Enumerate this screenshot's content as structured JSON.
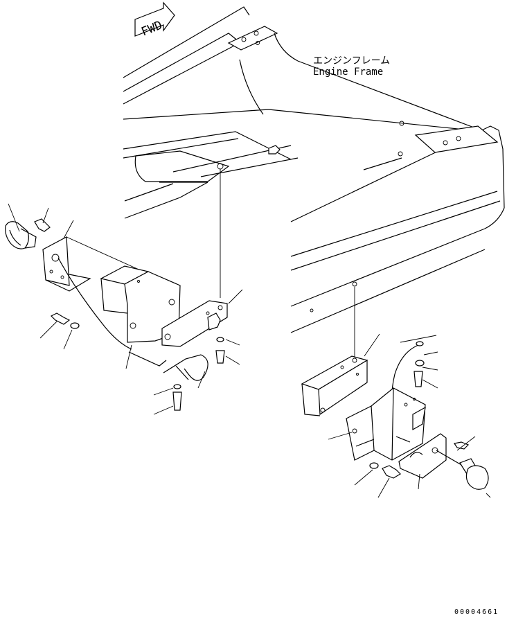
{
  "labels": {
    "fwd": "FWD",
    "frame_jp": "エンジンフレーム",
    "frame_en": "Engine Frame",
    "drawing_number": "00004661"
  },
  "parts": {
    "left_lamp_assembly": [
      "lamp",
      "bolt",
      "bracket",
      "wire-harness",
      "mounting-bracket",
      "bolt",
      "washer",
      "support-bracket",
      "washer",
      "bolt",
      "clamp",
      "washer",
      "bolt"
    ],
    "right_lamp_assembly": [
      "bracket",
      "wire-harness",
      "washer",
      "bolt",
      "mounting-bracket",
      "washer",
      "bolt",
      "support-bracket",
      "bolt",
      "lamp"
    ]
  }
}
